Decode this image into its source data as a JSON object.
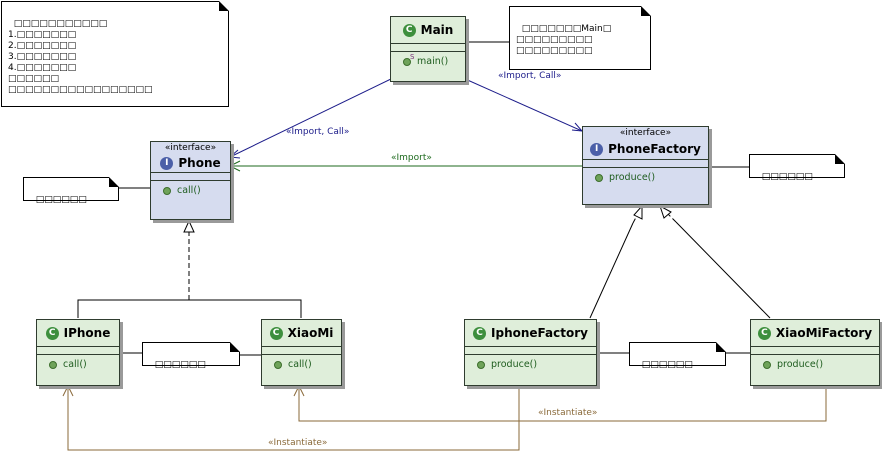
{
  "classes": {
    "main": {
      "name": "Main",
      "ops": [
        "main()"
      ]
    },
    "phone": {
      "stereotype": "«interface»",
      "name": "Phone",
      "ops": [
        "call()"
      ]
    },
    "phone_factory": {
      "stereotype": "«interface»",
      "name": "PhoneFactory",
      "ops": [
        "produce()"
      ]
    },
    "iphone": {
      "name": "IPhone",
      "ops": [
        "call()"
      ]
    },
    "xiaomi": {
      "name": "XiaoMi",
      "ops": [
        "call()"
      ]
    },
    "iphone_factory": {
      "name": "IphoneFactory",
      "ops": [
        "produce()"
      ]
    },
    "xiaomi_factory": {
      "name": "XiaoMiFactory",
      "ops": [
        "produce()"
      ]
    }
  },
  "badges": {
    "class": "C",
    "interface": "I",
    "static": "S"
  },
  "relations": {
    "main_phone": "«Import, Call»",
    "main_factory": "«Import, Call»",
    "factory_phone": "«Import»",
    "xiaomi_instantiate": "«Instantiate»",
    "iphone_instantiate": "«Instantiate»"
  },
  "notes": {
    "top_left": "□□□□□□□□□□□\n1.□□□□□□□\n2.□□□□□□□\n3.□□□□□□□\n4.□□□□□□□\n□□□□□□\n□□□□□□□□□□□□□□□□□",
    "main_note": "□□□□□□□Main□\n□□□□□□□□□\n□□□□□□□□□",
    "phone_note": "□□□□□□",
    "factory_note": "□□□□□□",
    "phones_note": "□□□□□□",
    "factories_note": "□□□□□□"
  },
  "colors": {
    "class_fill": "#dfeeda",
    "interface_fill": "#d6dcef",
    "import_call": "#1c1c8a",
    "import": "#1e6a1e",
    "instantiate": "#8a6a3a"
  }
}
